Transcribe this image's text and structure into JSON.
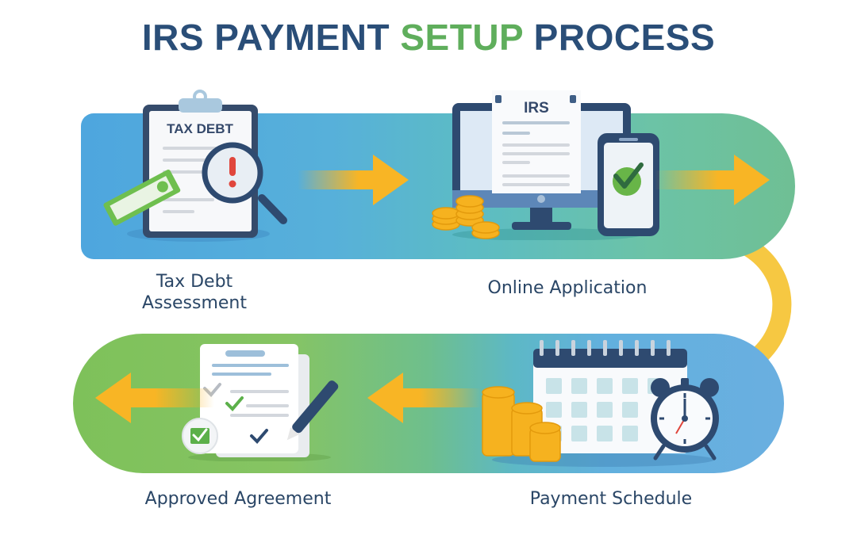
{
  "title": {
    "part1": "IRS PAYMENT ",
    "accent": "SETUP",
    "part2": " PROCESS"
  },
  "colors": {
    "title_navy": "#2a4e78",
    "title_green": "#5fae5c",
    "arrow_orange": "#f8b525",
    "connector_yellow": "#f6c842",
    "band_blue": "#4ea6de",
    "band_green": "#7ec15a",
    "label_text": "#2a4666"
  },
  "steps": [
    {
      "id": 1,
      "label_line1": "Tax Debt",
      "label_line2": "Assessment",
      "icon": "clipboard-magnifier-icon",
      "doc_heading": "TAX DEBT"
    },
    {
      "id": 2,
      "label": "Online Application",
      "icon": "computer-phone-icon",
      "doc_heading": "IRS"
    },
    {
      "id": 3,
      "label": "Payment Schedule",
      "icon": "calendar-clock-icon"
    },
    {
      "id": 4,
      "label": "Approved Agreement",
      "icon": "signed-document-icon"
    }
  ],
  "flow": {
    "arrows": [
      {
        "from": 1,
        "to": 2,
        "direction": "right"
      },
      {
        "from": 2,
        "to": 3,
        "direction": "right-then-down"
      },
      {
        "from": 3,
        "to": 4,
        "direction": "left"
      },
      {
        "from": 4,
        "to": "end",
        "direction": "left"
      }
    ]
  }
}
